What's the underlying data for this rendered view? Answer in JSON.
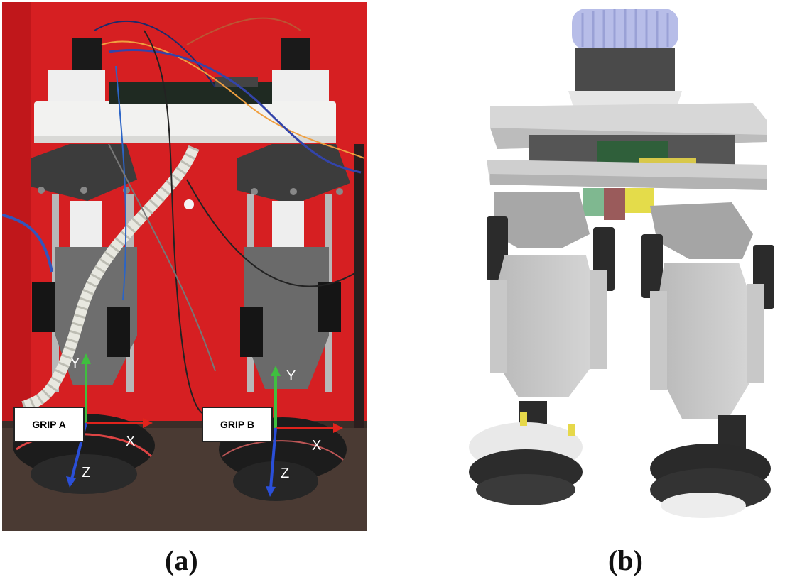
{
  "figure": {
    "captions": {
      "a": "(a)",
      "b": "(b)"
    },
    "photo": {
      "grip_a_label": "GRIP A",
      "grip_b_label": "GRIP B",
      "axes_a": {
        "y": "Y",
        "x": "X",
        "z": "Z"
      },
      "axes_b": {
        "y": "Y",
        "x": "X",
        "z": "Z"
      }
    }
  },
  "colors": {
    "background_wall": "#d61f22",
    "axis_y": "#3fbf3f",
    "axis_x": "#e0231c",
    "axis_z": "#2a4fd8"
  }
}
